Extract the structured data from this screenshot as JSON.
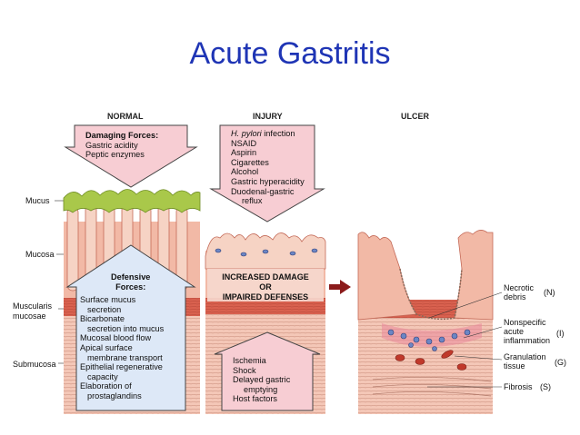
{
  "title": "Acute Gastritis",
  "columns": {
    "normal": "NORMAL",
    "injury": "INJURY",
    "ulcer": "ULCER"
  },
  "layers": {
    "mucus": "Mucus",
    "mucosa": "Mucosa",
    "muscularis_1": "Muscularis",
    "muscularis_2": "mucosae",
    "submucosa": "Submucosa"
  },
  "damaging": {
    "heading": "Damaging Forces:",
    "items": [
      "Gastric acidity",
      "Peptic enzymes"
    ]
  },
  "defensive": {
    "heading_1": "Defensive",
    "heading_2": "Forces:",
    "items": [
      "Surface mucus",
      "secretion",
      "Bicarbonate",
      "secretion into mucus",
      "Mucosal blood flow",
      "Apical surface",
      "membrane transport",
      "Epithelial regenerative",
      "capacity",
      "Elaboration of",
      "prostaglandins"
    ]
  },
  "injury_causes": {
    "first_italic": "H. pylori",
    "first_rest": " infection",
    "items": [
      "NSAID",
      "Aspirin",
      "Cigarettes",
      "Alcohol",
      "Gastric hyperacidity",
      "Duodenal-gastric",
      "reflux"
    ]
  },
  "center_label": {
    "line1": "INCREASED DAMAGE",
    "line2": "OR",
    "line3": "IMPAIRED DEFENSES"
  },
  "impaired": {
    "items": [
      "Ischemia",
      "Shock",
      "Delayed gastric",
      "emptying",
      "Host factors"
    ]
  },
  "ulcer_labels": {
    "necrotic_1": "Necrotic",
    "necrotic_2": "debris",
    "necrotic_letter": "(N)",
    "nonspecific_1": "Nonspecific",
    "nonspecific_2": "acute",
    "nonspecific_3": "inflammation",
    "nonspecific_letter": "(I)",
    "granulation_1": "Granulation",
    "granulation_2": "tissue",
    "granulation_letter": "(G)",
    "fibrosis": "Fibrosis",
    "fibrosis_letter": "(S)"
  },
  "colors": {
    "title": "#1f35b5",
    "mucus_green": "#a9c84a",
    "mucosa_pink": "#f2b9a6",
    "muscularis_red": "#d9614f",
    "submucosa_pink": "#f4c7b7",
    "damage_box": "#f7cdd3",
    "defense_box": "#dde8f7",
    "arrow_red": "#8b1b1b"
  }
}
